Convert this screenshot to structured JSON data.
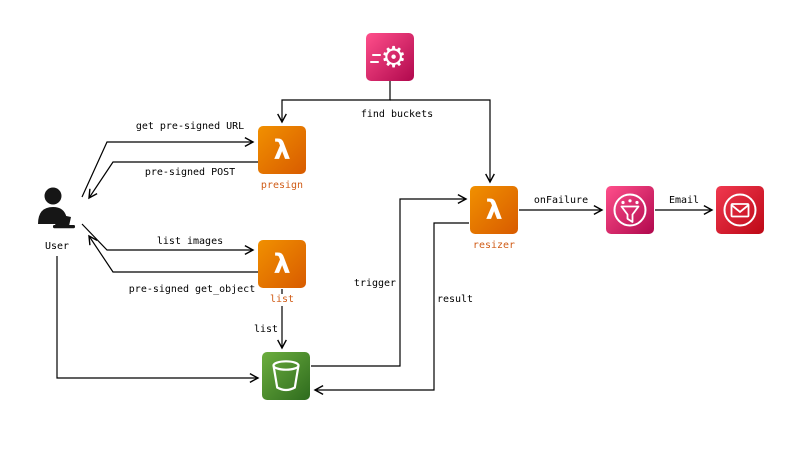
{
  "diagram": {
    "nodes": {
      "user": {
        "label": "User",
        "icon": "person-icon"
      },
      "scheduler": {
        "icon": "gear-schedule-icon",
        "glyph": "⚙"
      },
      "presign": {
        "label": "presign",
        "icon": "lambda-icon",
        "glyph": "λ"
      },
      "list": {
        "label": "list",
        "icon": "lambda-icon",
        "glyph": "λ"
      },
      "resizer": {
        "label": "resizer",
        "icon": "lambda-icon",
        "glyph": "λ"
      },
      "sns": {
        "icon": "notification-filter-icon"
      },
      "ses": {
        "icon": "email-envelope-icon"
      },
      "bucket": {
        "icon": "s3-bucket-icon"
      }
    },
    "edges": {
      "get_presigned_url": {
        "label": "get pre-signed URL"
      },
      "presigned_post": {
        "label": "pre-signed POST"
      },
      "list_images": {
        "label": "list images"
      },
      "presigned_get_object": {
        "label": "pre-signed get_object"
      },
      "find_buckets": {
        "label": "find buckets"
      },
      "on_failure": {
        "label": "onFailure"
      },
      "email": {
        "label": "Email"
      },
      "trigger": {
        "label": "trigger"
      },
      "result": {
        "label": "result"
      },
      "list_bucket": {
        "label": "list"
      }
    },
    "colors": {
      "lambda_gradient_start": "#F19000",
      "lambda_gradient_end": "#D85B00",
      "pink_gradient_start": "#FF4F8B",
      "pink_gradient_end": "#B0084D",
      "red_gradient_start": "#F0394F",
      "red_gradient_end": "#BD0816",
      "green_gradient_start": "#6CAE3E",
      "green_gradient_end": "#2E6B1E",
      "node_label_orange": "#D05C17",
      "line_color": "#000000",
      "background": "#FFFFFF"
    }
  }
}
